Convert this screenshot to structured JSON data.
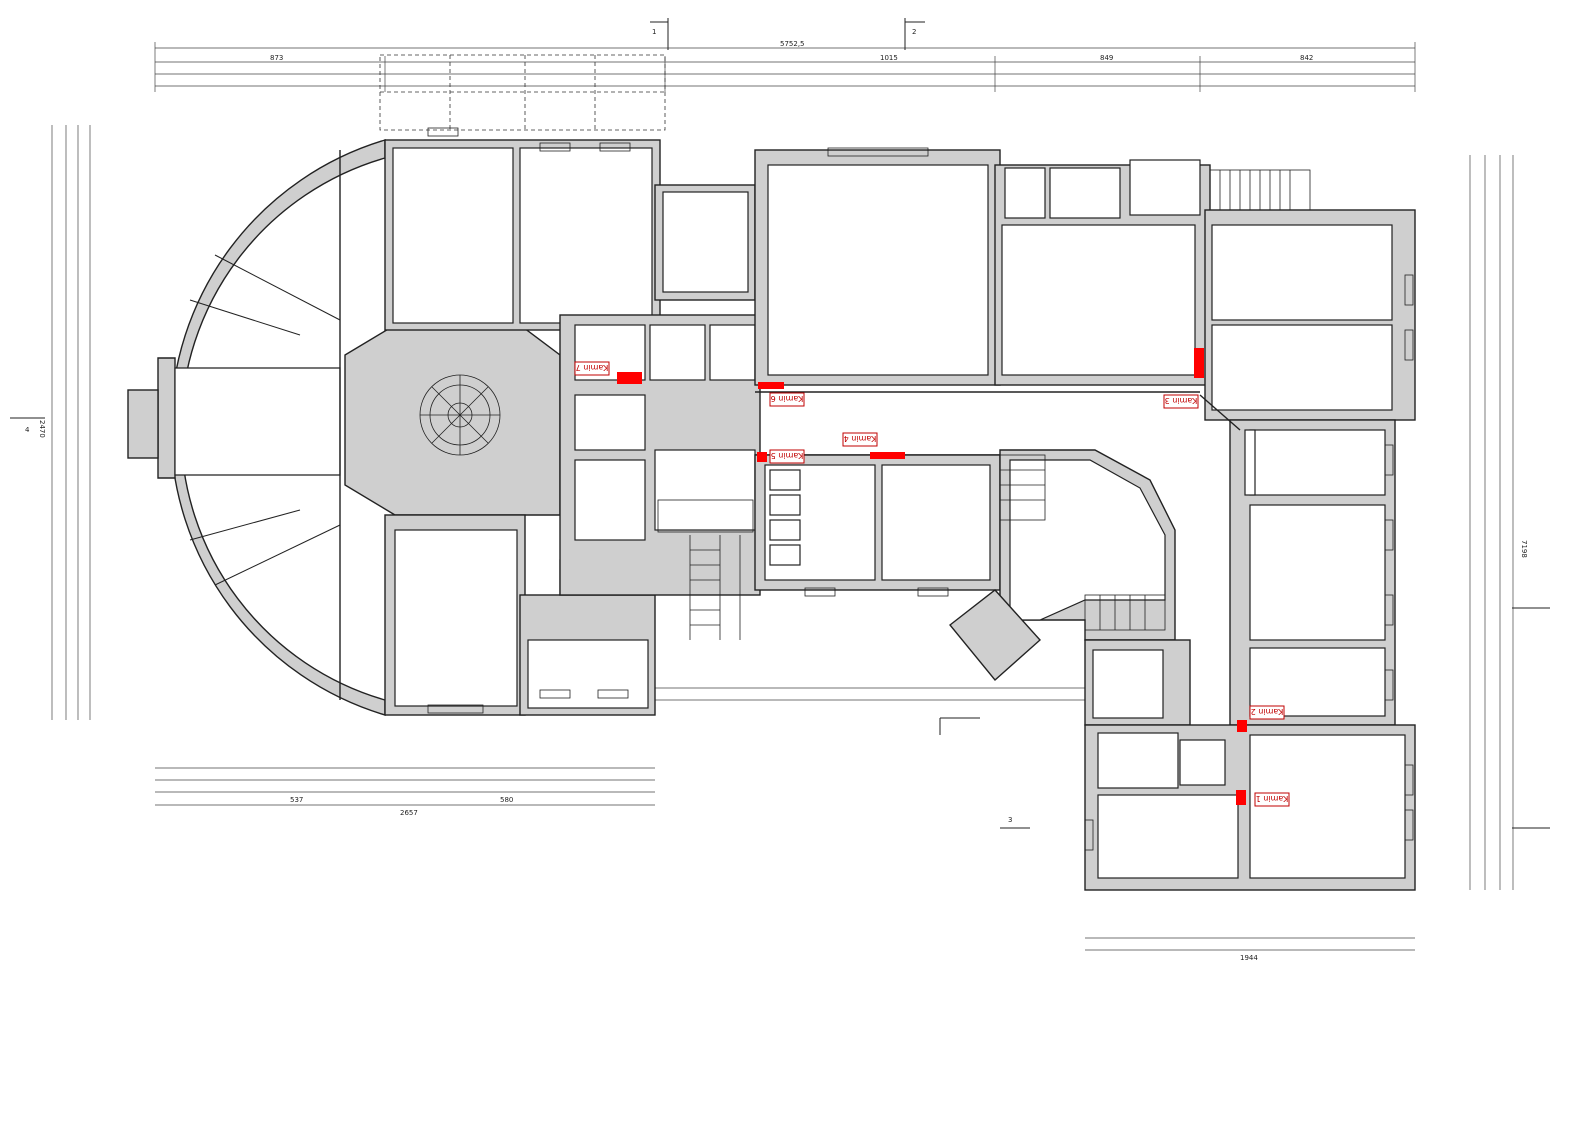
{
  "chimneys": [
    {
      "id": "k1",
      "label": "Kamin 1"
    },
    {
      "id": "k2",
      "label": "Kamin 2"
    },
    {
      "id": "k3",
      "label": "Kamin 3"
    },
    {
      "id": "k4",
      "label": "Kamin 4"
    },
    {
      "id": "k5",
      "label": "Kamin 5"
    },
    {
      "id": "k6",
      "label": "Kamin 6"
    },
    {
      "id": "k7",
      "label": "Kamin 7"
    }
  ],
  "section_markers": [
    "1",
    "2",
    "3",
    "4"
  ],
  "dimensions": {
    "top_total": "5752,5",
    "bottom_total": "2657",
    "right_total": "7198",
    "right_sub": "1944",
    "top_a": "873",
    "top_b": "1015",
    "top_c": "849",
    "top_d": "842",
    "bottom_a": "537",
    "bottom_b": "580",
    "left_total": "2470"
  },
  "accent_color": "#ff0000"
}
